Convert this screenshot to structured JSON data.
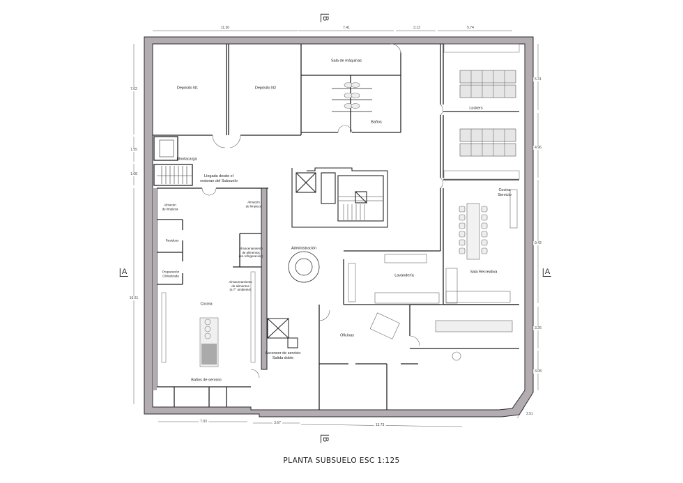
{
  "title": "PLANTA SUBSUELO  ESC 1:125",
  "section_markers": {
    "top": "B",
    "bottom": "B",
    "left": "A",
    "right": "A"
  },
  "dimensions": {
    "top": [
      "11.30",
      "7.41",
      "3.12",
      "5.74"
    ],
    "bottom": [
      "7.93",
      "3.67",
      "13.73"
    ],
    "left": [
      "7.02",
      "1.95",
      "1.68",
      "16.61"
    ],
    "right": [
      "5.31",
      "4.96",
      "9.42",
      "3.26",
      "3.08"
    ],
    "diagonal": "2.51"
  },
  "rooms": {
    "deposito_1": "Depósito N1",
    "deposito_2": "Depósito N2",
    "sala_maquinas": "Sala de máquinas",
    "banos": "Baños",
    "lockers": "Lockers",
    "cocina_servicio": "Cocina\nServicio",
    "sala_recreativa": "Sala Recreativa",
    "montacarga": "Montacarga",
    "llegada": "Llegada desde el\nrestoran del Subsuelo",
    "almacen_limpieza_1": "Almacén\nde limpieza",
    "almacen_limpieza_2": "Almacén\nde limpieza",
    "residuos": "Residuos",
    "preparacion": "Preparación\nClimatizada",
    "almacen_refrigerado": "Almacenamiento\nde alimentos\n(en refrigeración)",
    "almacen_ambiente": "Almacenamiento\nde alimentos\n(a T° ambiente)",
    "cocina": "Cocina",
    "banos_servicio": "Baños de servicio",
    "administracion": "Administración",
    "lavanderia": "Lavandería",
    "ascensor_servicio": "Ascensor de servicio\nSalida doble",
    "oficinas": "Oficinas"
  },
  "colors": {
    "wall_fill": "#b3adb1",
    "wall_line": "#2a2a2a",
    "furniture": "#e6e6e6",
    "dim_line": "#555555"
  }
}
